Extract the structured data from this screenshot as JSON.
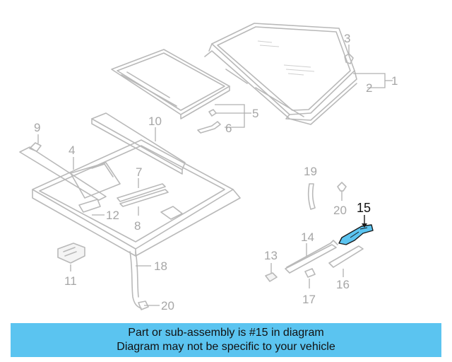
{
  "diagram": {
    "highlight_color": "#5bc4f0",
    "highlighted_part": "15",
    "callouts": {
      "p1": "1",
      "p2": "2",
      "p3": "3",
      "p4": "4",
      "p5": "5",
      "p6": "6",
      "p7": "7",
      "p8": "8",
      "p9": "9",
      "p10": "10",
      "p11": "11",
      "p12": "12",
      "p13": "13",
      "p14": "14",
      "p15": "15",
      "p16": "16",
      "p17": "17",
      "p18": "18",
      "p19": "19",
      "p20a": "20",
      "p20b": "20"
    }
  },
  "banner": {
    "line1": "Part or sub-assembly is #15 in diagram",
    "line2": "Diagram may not be specific to your vehicle",
    "background": "#5bc4f0"
  }
}
